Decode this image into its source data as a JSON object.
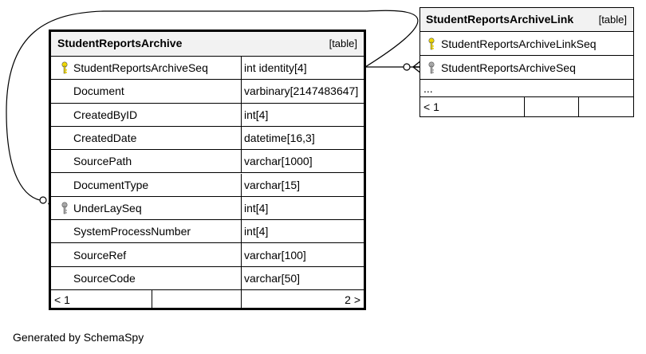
{
  "tables": {
    "archive": {
      "name": "StudentReportsArchive",
      "kind": "[table]",
      "columns": [
        {
          "name": "StudentReportsArchiveSeq",
          "type": "int identity[4]",
          "key": "primary"
        },
        {
          "name": "Document",
          "type": "varbinary[2147483647]",
          "key": ""
        },
        {
          "name": "CreatedByID",
          "type": "int[4]",
          "key": ""
        },
        {
          "name": "CreatedDate",
          "type": "datetime[16,3]",
          "key": ""
        },
        {
          "name": "SourcePath",
          "type": "varchar[1000]",
          "key": ""
        },
        {
          "name": "DocumentType",
          "type": "varchar[15]",
          "key": ""
        },
        {
          "name": "UnderLaySeq",
          "type": "int[4]",
          "key": "foreign"
        },
        {
          "name": "SystemProcessNumber",
          "type": "int[4]",
          "key": ""
        },
        {
          "name": "SourceRef",
          "type": "varchar[100]",
          "key": ""
        },
        {
          "name": "SourceCode",
          "type": "varchar[50]",
          "key": ""
        }
      ],
      "footer": {
        "parents": "< 1",
        "children": "2 >"
      }
    },
    "link": {
      "name": "StudentReportsArchiveLink",
      "kind": "[table]",
      "columns": [
        {
          "name": "StudentReportsArchiveLinkSeq",
          "key": "primary"
        },
        {
          "name": "StudentReportsArchiveSeq",
          "key": "foreign"
        }
      ],
      "ellipsis": "...",
      "footer": {
        "parents": "< 1"
      }
    }
  },
  "generated_by": "Generated by SchemaSpy",
  "colors": {
    "primary_key": "#f0d800",
    "foreign_key": "#a8a8a8",
    "header_bg": "#f2f2f2"
  },
  "icons": {
    "primary_key": "key-icon",
    "foreign_key": "key-icon"
  }
}
